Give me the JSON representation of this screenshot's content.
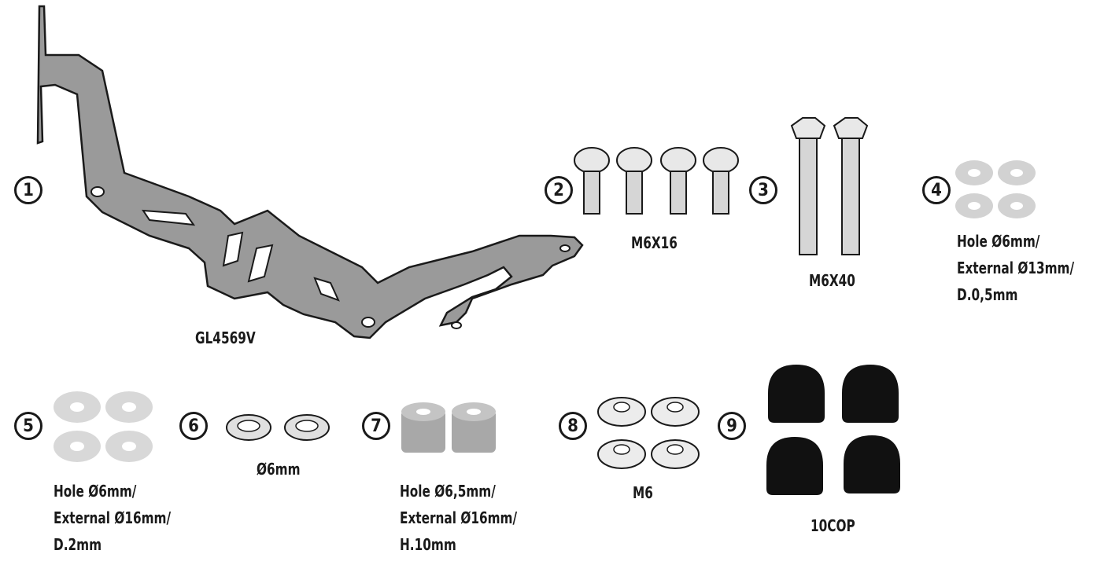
{
  "items": [
    {
      "num": "1",
      "label": "GL4569V"
    },
    {
      "num": "2",
      "label": "M6X16"
    },
    {
      "num": "3",
      "label": "M6X40"
    },
    {
      "num": "4",
      "label_lines": [
        "Hole Ø6mm/",
        "External Ø13mm/",
        "D.0,5mm"
      ]
    },
    {
      "num": "5",
      "label_lines": [
        "Hole Ø6mm/",
        "External Ø16mm/",
        "D.2mm"
      ]
    },
    {
      "num": "6",
      "label": "Ø6mm"
    },
    {
      "num": "7",
      "label_lines": [
        "Hole Ø6,5mm/",
        "External Ø16mm/",
        "H.10mm"
      ]
    },
    {
      "num": "8",
      "label": "M6"
    },
    {
      "num": "9",
      "label": "10COP"
    }
  ],
  "colors": {
    "metal": "#9a9a9a",
    "washer": "#d2d2d2",
    "spacer": "#a8a8a8",
    "cap": "#111111",
    "outline": "#1a1a1a"
  }
}
